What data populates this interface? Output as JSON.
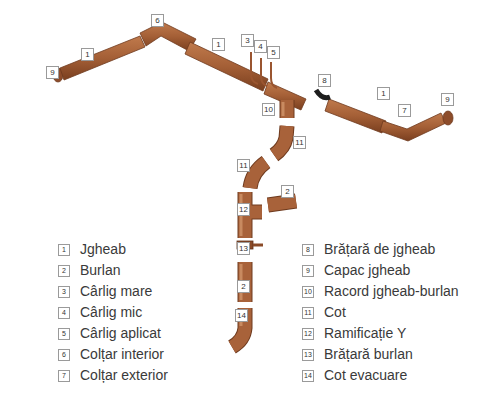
{
  "diagram": {
    "labels": [
      "6",
      "1",
      "9",
      "1",
      "3",
      "4",
      "5",
      "8",
      "1",
      "7",
      "9",
      "10",
      "11",
      "11",
      "2",
      "12",
      "13",
      "2",
      "14",
      "1",
      "2",
      "3",
      "4",
      "5",
      "6",
      "7",
      "8",
      "9",
      "10",
      "11",
      "12",
      "13",
      "14"
    ],
    "legend": [
      {
        "text": "Jgheab"
      },
      {
        "text": "Burlan"
      },
      {
        "text": "Cârlig mare"
      },
      {
        "text": "Cârlig mic"
      },
      {
        "text": "Cârlig aplicat"
      },
      {
        "text": "Colțar interior"
      },
      {
        "text": "Colțar exterior"
      },
      {
        "text": "Brățară de jgheab"
      },
      {
        "text": "Capac jgheab"
      },
      {
        "text": "Racord jgheab-burlan"
      },
      {
        "text": "Cot"
      },
      {
        "text": "Ramificație Y"
      },
      {
        "text": "Brățară burlan"
      },
      {
        "text": "Cot evacuare"
      }
    ]
  }
}
